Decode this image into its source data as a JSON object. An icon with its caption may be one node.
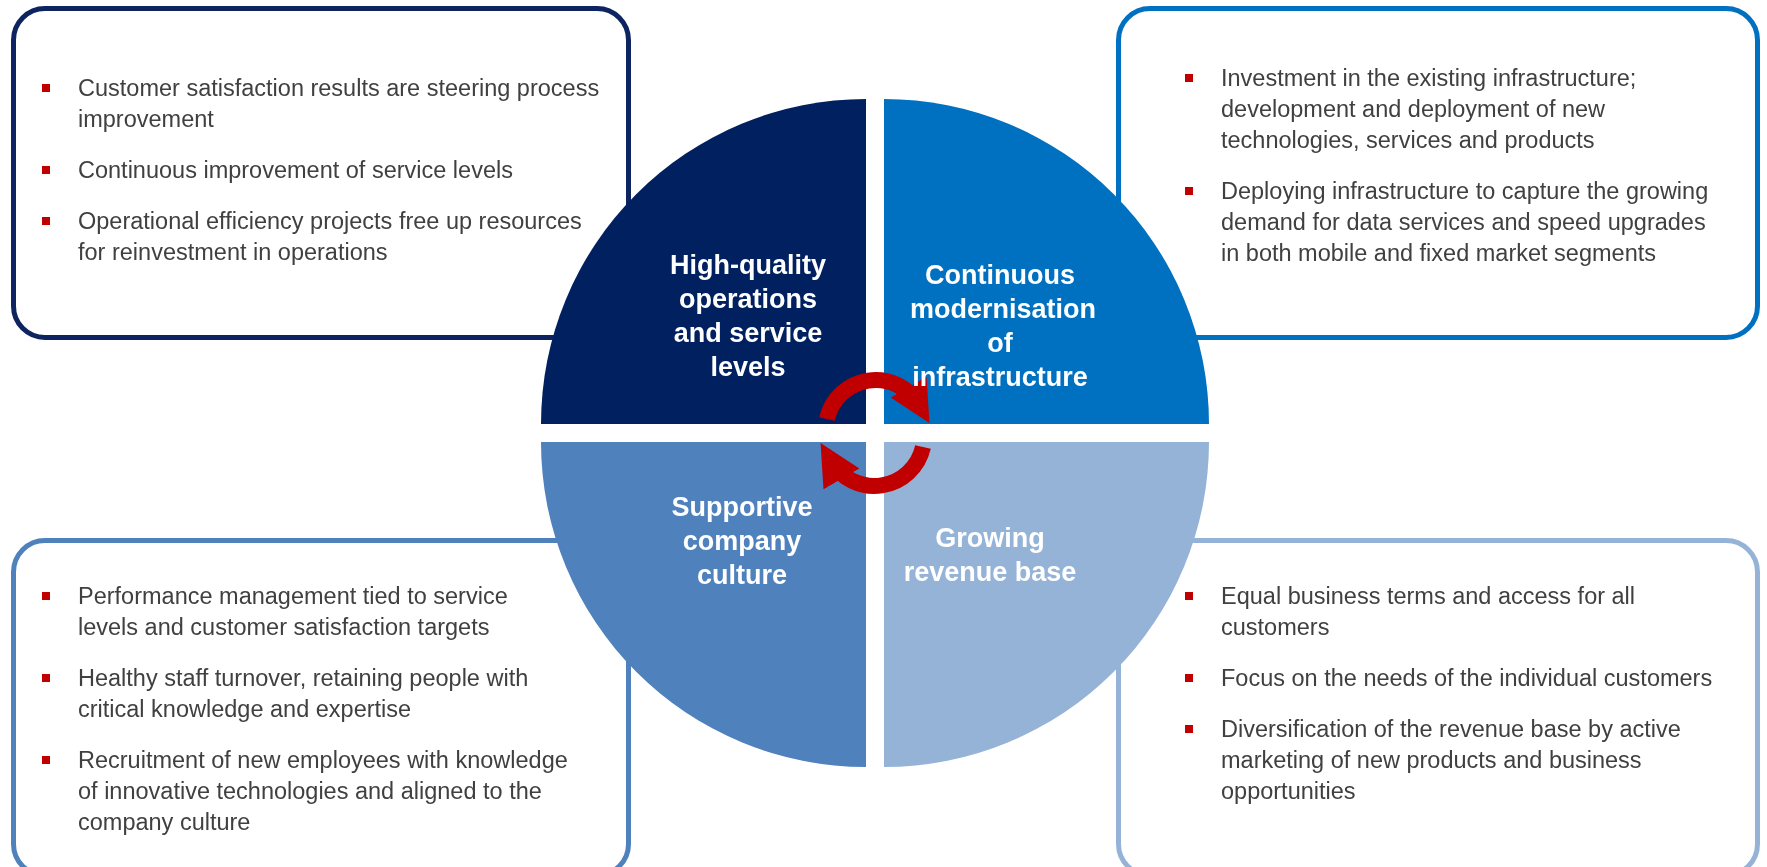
{
  "diagram": {
    "nodes": [
      {
        "text": [
          "Customer satisfaction results are steering process improvement",
          "Continuous improvement of service levels",
          "Operational efficiency projects  free up resources for reinvestment in operations"
        ]
      },
      {
        "text": [
          "Investment in the existing infrastructure; development and deployment of new technologies, services and products",
          "Deploying infrastructure to capture the growing demand for data services and speed upgrades in both mobile and fixed market segments"
        ]
      },
      {
        "text": [
          "High-quality operations and service levels"
        ]
      },
      {
        "text": [
          "Continuous modernisation of infrastructure"
        ]
      },
      {
        "text": [
          "Supportive company culture"
        ]
      },
      {
        "text": [
          "Growing revenue base"
        ]
      },
      {
        "text": [
          "Performance management tied to service levels and customer satisfaction targets",
          "Healthy staff turnover, retaining people with critical knowledge and expertise",
          "Recruitment of new employees with knowledge of innovative technologies and aligned to the company culture"
        ]
      },
      {
        "text": [
          "Equal business terms and access for all customers",
          "Focus on the needs of the individual customers",
          "Diversification of the revenue base by active marketing of new products and business opportunities"
        ]
      }
    ],
    "edges": [
      {
        "from": 2,
        "to": 3,
        "arrow": "to"
      },
      {
        "from": 5,
        "to": 4,
        "arrow": "to"
      }
    ]
  }
}
